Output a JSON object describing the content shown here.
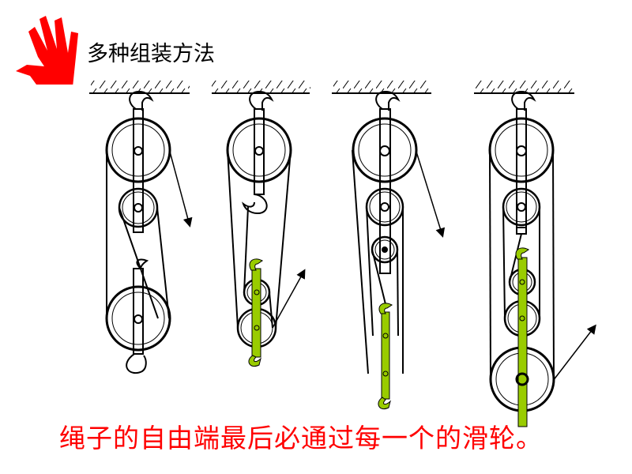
{
  "slide": {
    "title": "多种组装方法",
    "caption": "绳子的自由端最后必通过每一个的滑轮。"
  },
  "icons": {
    "logo": "red-hand-print-icon"
  },
  "colors": {
    "accent": "#ff0000",
    "movable_block": "#99cc00",
    "line": "#000000"
  },
  "diagrams": [
    {
      "name": "pulley-system-1"
    },
    {
      "name": "pulley-system-2"
    },
    {
      "name": "pulley-system-3"
    },
    {
      "name": "pulley-system-4"
    }
  ]
}
